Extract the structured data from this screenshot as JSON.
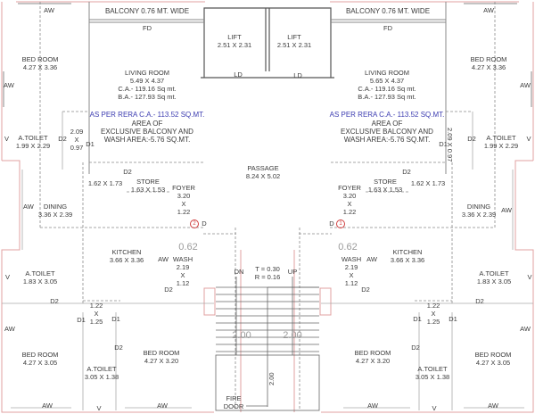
{
  "plan": {
    "balcony_left": "BALCONY 0.76 MT. WIDE",
    "balcony_right": "BALCONY 0.76 MT. WIDE",
    "fd_left": "FD",
    "fd_right": "FD",
    "lift_1": {
      "name": "LIFT",
      "size": "2.51 X 2.31",
      "door": "LD"
    },
    "lift_2": {
      "name": "LIFT",
      "size": "2.51 X 2.31",
      "door": "LD"
    },
    "passage": {
      "name": "PASSAGE",
      "size": "8.24 X 5.02"
    },
    "stair": {
      "dn": "DN",
      "up": "UP",
      "tread": "T = 0.30",
      "riser": "R = 0.16",
      "dim_left": "2.00",
      "dim_right": "2.00",
      "dim_landing": "2.00",
      "fire_door_1": "FIRE",
      "fire_door_2": "DOOR"
    },
    "flat_left": {
      "marker": "2",
      "door": "D",
      "bed_top": {
        "name": "BED ROOM",
        "size": "4.27 X 3.36"
      },
      "living": {
        "name": "LIVING ROOM",
        "size": "5.49 X 4.37",
        "ca": "C.A.- 119.16 Sq mt.",
        "ba": "B.A.- 127.93 Sq mt."
      },
      "rera": "AS PER RERA C.A.- 113.52 SQ.MT.",
      "area_1": "AREA OF",
      "area_2": "EXCLUSIVE BALCONY AND",
      "area_3": "WASH AREA:-5.76 SQ.MT.",
      "toilet_top": {
        "name": "A.TOILET",
        "size": "1.99 X 2.29"
      },
      "passage_small": {
        "w": "2.09",
        "x": "X",
        "h": "0.97"
      },
      "store_a": "1.62 X 1.73",
      "store": {
        "name": "STORE",
        "size": "1.63 X 1.53"
      },
      "foyer": {
        "name": "FOYER",
        "w": "3.20",
        "x": "X",
        "h": "1.22"
      },
      "dining": {
        "name": "DINING",
        "size": "3.36 X 2.39"
      },
      "kitchen": {
        "name": "KITCHEN",
        "size": "3.66 X 3.36"
      },
      "wash": {
        "dim": "0.62",
        "name": "WASH",
        "w": "2.19",
        "x": "X",
        "h": "1.12"
      },
      "toilet_mid": {
        "name": "A.TOILET",
        "size": "1.83 X 3.05"
      },
      "lobby": {
        "w": "1.22",
        "x": "X",
        "h": "1.25"
      },
      "bed_bl": {
        "name": "BED ROOM",
        "size": "4.27 X 3.05"
      },
      "toilet_bot": {
        "name": "A.TOILET",
        "size": "3.05 X 1.38"
      },
      "bed_br": {
        "name": "BED ROOM",
        "size": "4.27 X 3.20"
      }
    },
    "flat_right": {
      "marker": "1",
      "door": "D",
      "bed_top": {
        "name": "BED ROOM",
        "size": "4.27 X 3.36"
      },
      "living": {
        "name": "LIVING ROOM",
        "size": "5.65 X 4.37",
        "ca": "C.A.- 119.16 Sq mt.",
        "ba": "B.A.- 127.93 Sq mt."
      },
      "rera": "AS PER RERA C.A.- 113.52 SQ.MT.",
      "area_1": "AREA OF",
      "area_2": "EXCLUSIVE BALCONY AND",
      "area_3": "WASH AREA:-5.76 SQ.MT.",
      "toilet_top": {
        "name": "A.TOILET",
        "size": "1.99 X 2.29"
      },
      "passage_small": "2.09 X 0.97",
      "store_a": "1.62 X 1.73",
      "store": {
        "name": "STORE",
        "size": "1.63 X 1.53"
      },
      "foyer": {
        "name": "FOYER",
        "w": "3.20",
        "x": "X",
        "h": "1.22"
      },
      "dining": {
        "name": "DINING",
        "size": "3.36 X 2.39"
      },
      "kitchen": {
        "name": "KITCHEN",
        "size": "3.66 X 3.36"
      },
      "wash": {
        "dim": "0.62",
        "name": "WASH",
        "w": "2.19",
        "x": "X",
        "h": "1.12"
      },
      "toilet_mid": {
        "name": "A.TOILET",
        "size": "1.83 X 3.05"
      },
      "lobby": {
        "w": "1.22",
        "x": "X",
        "h": "1.25"
      },
      "bed_bl": {
        "name": "BED ROOM",
        "size": "4.27 X 3.20"
      },
      "toilet_bot": {
        "name": "A.TOILET",
        "size": "3.05 X 1.38"
      },
      "bed_br": {
        "name": "BED ROOM",
        "size": "4.27 X 3.05"
      }
    },
    "tags": {
      "aw": "AW",
      "v": "V",
      "d1": "D1",
      "d2": "D2"
    },
    "colors": {
      "wall": "#555555",
      "outer": "#e2a0a0",
      "dash": "#8a8a8a",
      "rera": "#3b3bb0",
      "marker": "#d04040"
    }
  }
}
